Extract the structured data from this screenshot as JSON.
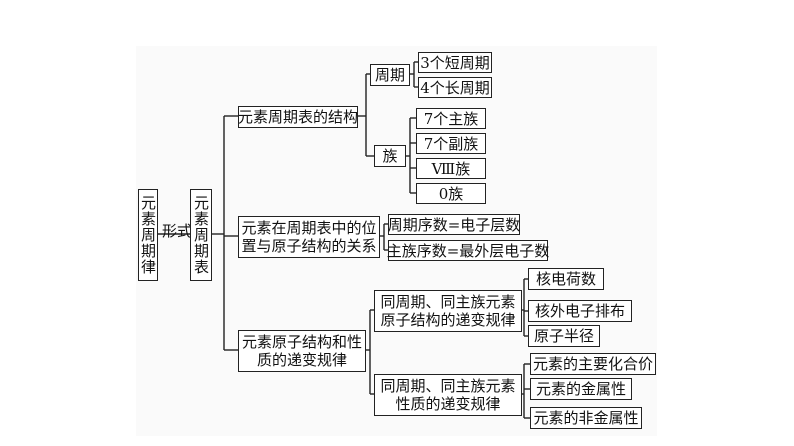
{
  "root": "元素周期律",
  "link_label": "形式",
  "table_node": "元素周期表",
  "branches": [
    {
      "label": "元素周期表的结构",
      "subgroups": [
        {
          "label": "周期",
          "items": [
            "3个短周期",
            "4个长周期"
          ]
        },
        {
          "label": "族",
          "items": [
            "7个主族",
            "7个副族",
            "Ⅷ族",
            "0族"
          ]
        }
      ]
    },
    {
      "label_line1": "元素在周期表中的位",
      "label_line2": "置与原子结构的关系",
      "items": [
        "周期序数=电子层数",
        "主族序数=最外层电子数"
      ]
    },
    {
      "label_line1": "元素原子结构和性",
      "label_line2": "质的递变规律",
      "subgroups": [
        {
          "label_line1": "同周期、同主族元素",
          "label_line2": "原子结构的递变规律",
          "items": [
            "核电荷数",
            "核外电子排布",
            "原子半径"
          ]
        },
        {
          "label_line1": "同周期、同主族元素",
          "label_line2": "性质的递变规律",
          "items": [
            "元素的主要化合价",
            "元素的金属性",
            "元素的非金属性"
          ]
        }
      ]
    }
  ]
}
